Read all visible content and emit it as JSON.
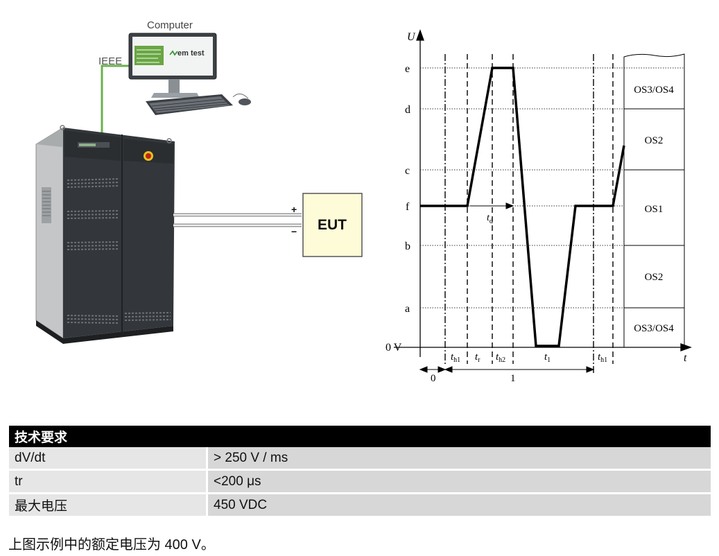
{
  "setup": {
    "computer_label": "Computer",
    "ieee_label": "IEEE",
    "eut_label": "EUT",
    "plus_sign": "+",
    "minus_sign": "−",
    "screen_logo": "em test"
  },
  "waveform": {
    "y_axis_symbol": "U",
    "x_axis_symbol": "t",
    "levels": [
      "e",
      "d",
      "c",
      "f",
      "b",
      "a",
      "0 V"
    ],
    "zones": [
      "OS3/OS4",
      "OS2",
      "OS1",
      "OS2",
      "OS3/OS4"
    ],
    "time_marks": [
      "t",
      "h1",
      "t",
      "r",
      "t",
      "h2",
      "t",
      "1",
      "t",
      "h1"
    ],
    "td_label": "t",
    "td_sub": "d",
    "interval_labels": [
      "0",
      "1"
    ]
  },
  "spec_table": {
    "header": "技术要求",
    "rows": [
      {
        "param": "dV/dt",
        "value": "> 250 V / ms"
      },
      {
        "param": "tr",
        "value": "<200 μs"
      },
      {
        "param": "最大电压",
        "value": "450 VDC"
      }
    ]
  },
  "note": "上图示例中的额定电压为 400 V。"
}
